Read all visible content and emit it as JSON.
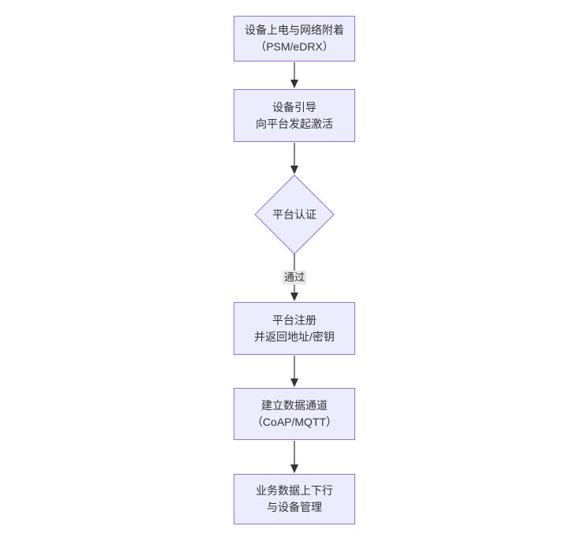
{
  "diagram": {
    "type": "flowchart",
    "direction": "top-down",
    "colors": {
      "canvas_bg": "#ffffff",
      "node_fill": "#ececff",
      "node_border": "#9370db",
      "text_color": "#333333",
      "arrow_color": "#333333",
      "edge_label_bg": "#e8e8e8"
    },
    "nodes": [
      {
        "id": "power",
        "shape": "rect",
        "label": "设备上电与网络附着\n（PSM/eDRX）"
      },
      {
        "id": "boot",
        "shape": "rect",
        "label": "设备引导\n向平台发起激活"
      },
      {
        "id": "auth",
        "shape": "diamond",
        "label": "平台认证"
      },
      {
        "id": "register",
        "shape": "rect",
        "label": "平台注册\n并返回地址/密钥"
      },
      {
        "id": "channel",
        "shape": "rect",
        "label": "建立数据通道\n（CoAP/MQTT）"
      },
      {
        "id": "business",
        "shape": "rect",
        "label": "业务数据上下行\n与设备管理"
      }
    ],
    "edges": [
      {
        "from": "power",
        "to": "boot",
        "label": ""
      },
      {
        "from": "boot",
        "to": "auth",
        "label": ""
      },
      {
        "from": "auth",
        "to": "register",
        "label": "通过"
      },
      {
        "from": "register",
        "to": "channel",
        "label": ""
      },
      {
        "from": "channel",
        "to": "business",
        "label": ""
      }
    ]
  }
}
